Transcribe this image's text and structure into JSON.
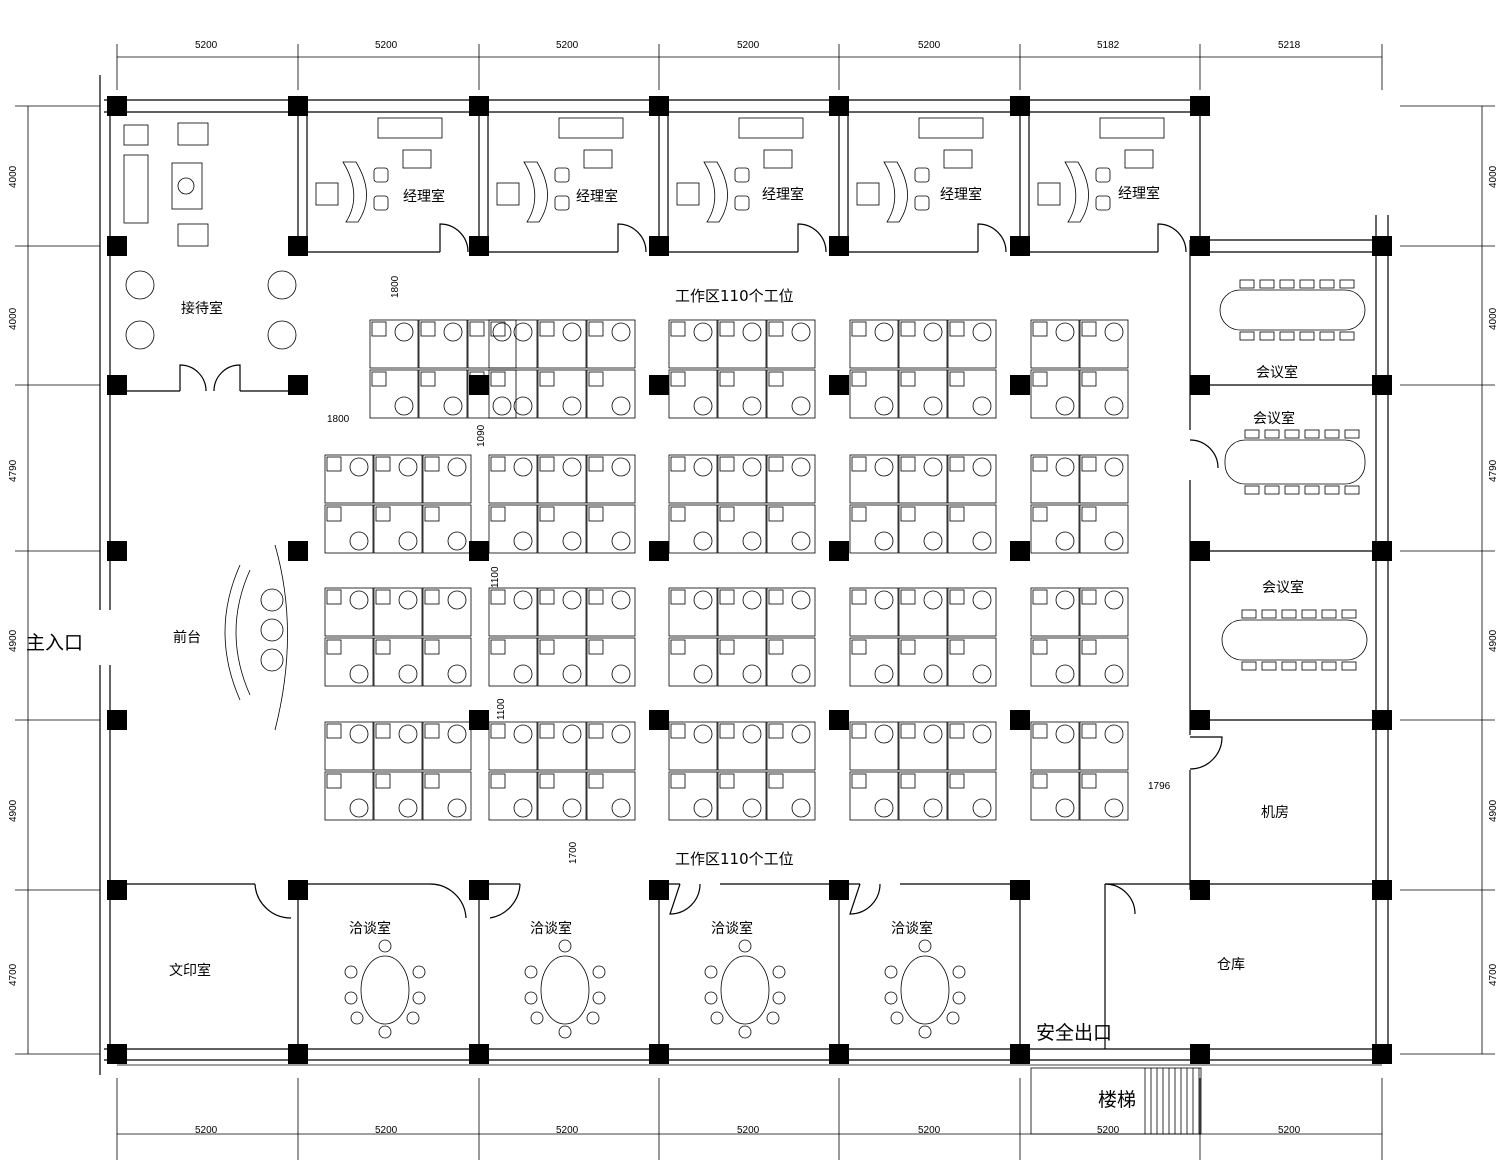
{
  "dimensions": {
    "top": [
      "5200",
      "5200",
      "5200",
      "5200",
      "5200",
      "5182",
      "5218"
    ],
    "bottom": [
      "5200",
      "5200",
      "5200",
      "5200",
      "5200",
      "5200",
      "5200"
    ],
    "left": [
      "4000",
      "4000",
      "4790",
      "4900",
      "4900",
      "4700"
    ],
    "right": [
      "4000",
      "4000",
      "4790",
      "4900",
      "4900",
      "4700"
    ],
    "interior": {
      "d1800a": "1800",
      "d1800b": "1800",
      "d1090": "1090",
      "d1100a": "1100",
      "d1100b": "1100",
      "d1700": "1700",
      "d1796": "1796"
    }
  },
  "rooms": {
    "manager": "经理室",
    "reception_room": "接待室",
    "front_desk": "前台",
    "work_area": "工作区110个工位",
    "meeting_room": "会议室",
    "server_room": "机房",
    "print_room": "文印室",
    "negotiation_room": "洽谈室",
    "storage": "仓库",
    "stairs": "楼梯"
  },
  "entrances": {
    "main": "主入口",
    "emergency_exit": "安全出口"
  },
  "workstations": {
    "total": 110
  },
  "colors": {
    "line": "#000000",
    "column": "#000000",
    "background": "#ffffff"
  }
}
